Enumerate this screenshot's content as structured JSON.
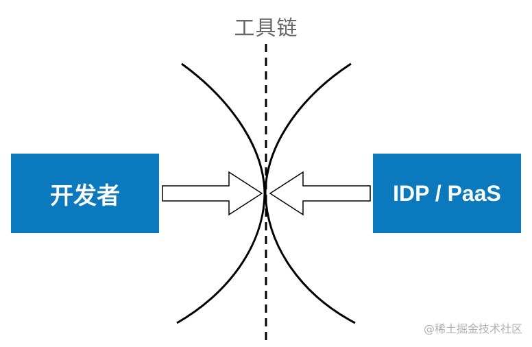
{
  "title": "工具链",
  "left_box": {
    "label": "开发者"
  },
  "right_box": {
    "label": "IDP / PaaS"
  },
  "watermark": "@稀土掘金技术社区",
  "colors": {
    "box_fill": "#0b79be",
    "box_text": "#ffffff",
    "title_text": "#666666",
    "lines": "#000000",
    "watermark_text": "#b0b0b0"
  },
  "icons": {
    "left_arrow": "arrow-right-outline",
    "right_arrow": "arrow-left-outline",
    "center_line": "dashed-vertical-line",
    "curves": "hyperbolic-curves"
  }
}
